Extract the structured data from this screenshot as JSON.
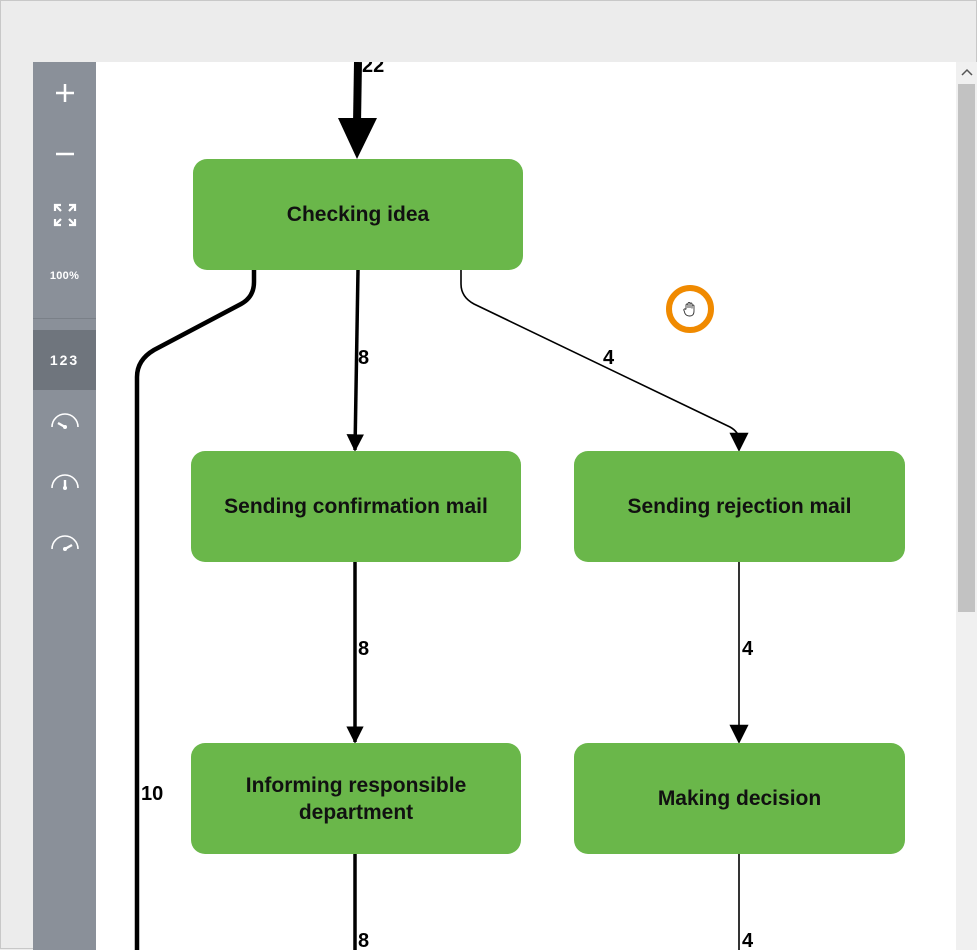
{
  "toolbar": {
    "zoom_in_icon": "plus-icon",
    "zoom_out_icon": "minus-icon",
    "fit_icon": "fullscreen-icon",
    "zoom_level": "100%",
    "numbers_toggle": "123",
    "speed_icons": [
      "gauge-slow-icon",
      "gauge-medium-icon",
      "gauge-fast-icon"
    ]
  },
  "diagram": {
    "nodes": {
      "checking_idea": "Checking idea",
      "sending_confirmation_mail": "Sending confirmation mail",
      "sending_rejection_mail": "Sending rejection mail",
      "informing_line1": "Informing responsible",
      "informing_line2": "department",
      "making_decision": "Making decision"
    },
    "edges": {
      "incoming": "22",
      "checking_to_confirmation": "8",
      "checking_to_rejection": "4",
      "checking_bypass": "10",
      "confirmation_to_informing": "8",
      "rejection_to_decision": "4",
      "informing_out": "8",
      "decision_out": "4"
    }
  },
  "colors": {
    "node_fill": "#6ab74a",
    "toolbar": "#8a9099",
    "toolbar_active": "#6f757d",
    "cursor_ring": "#f08a00"
  }
}
